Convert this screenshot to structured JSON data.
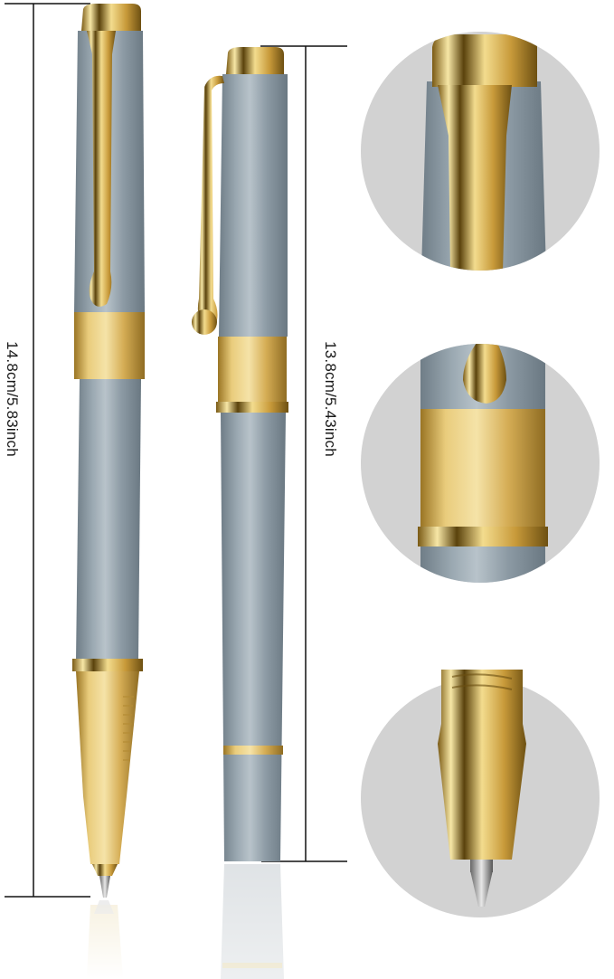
{
  "image": {
    "type": "product-infographic",
    "subject": "rollerball pen, grey body with gold trim",
    "background_color": "#ffffff"
  },
  "dimensions": {
    "posted_length_label": "14.8cm/5.83inch",
    "capped_length_label": "13.8cm/5.43inch"
  },
  "detail_callouts": [
    {
      "name": "cap-top-clip-detail",
      "description": "gold cap finial and clip"
    },
    {
      "name": "cap-band-detail",
      "description": "gold center band with clip ball end"
    },
    {
      "name": "nib-tip-detail",
      "description": "gold cone section with rollerball tip"
    }
  ],
  "colors": {
    "barrel_grey": "#8e9ca6",
    "barrel_grey_light": "#b6c1c8",
    "barrel_grey_dark": "#6c7a84",
    "gold": "#d8b25a",
    "gold_light": "#f1dc9a",
    "gold_dark": "#8a6a1e",
    "circle_bg": "#d2d2d2",
    "line": "#111111"
  }
}
